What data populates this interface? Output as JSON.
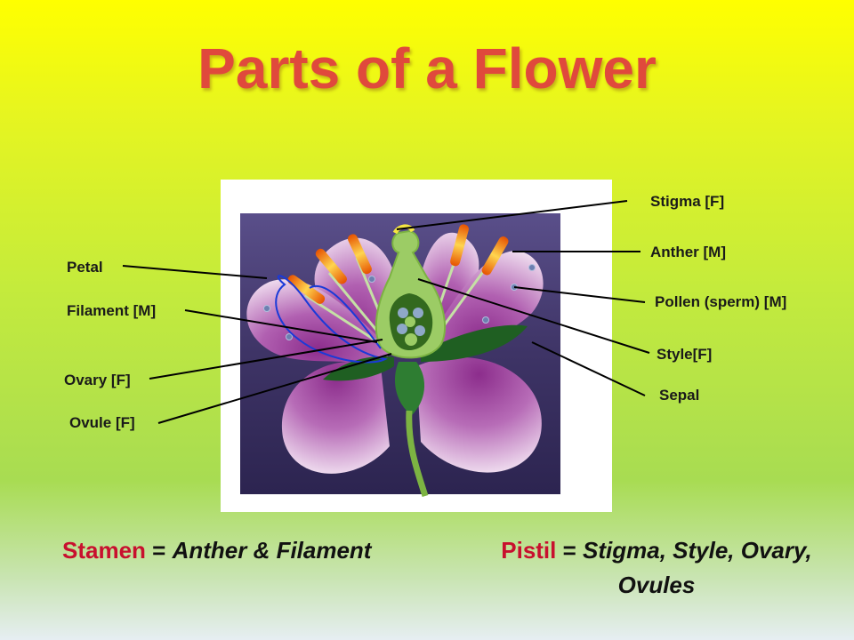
{
  "title": "Parts of a Flower",
  "labels": {
    "stigma": "Stigma [F]",
    "anther": "Anther [M]",
    "pollen": "Pollen (sperm) [M]",
    "style": "Style[F]",
    "sepal": "Sepal",
    "petal": "Petal",
    "filament": "Filament [M]",
    "ovary": "Ovary [F]",
    "ovule": "Ovule [F]"
  },
  "summary": {
    "stamen_term": "Stamen",
    "stamen_eq": " = ",
    "stamen_parts": "Anther & Filament",
    "pistil_term": "Pistil",
    "pistil_eq": " = ",
    "pistil_parts_line1": "Stigma, Style, Ovary,",
    "pistil_parts_line2": "Ovules"
  },
  "colors": {
    "title": "#e0493c",
    "highlight_term": "#c8102e",
    "petal": "#a64ca6",
    "leaf": "#2e7d32",
    "pistil": "#9ccc65",
    "anther": "#f5a623",
    "annotation": "#1a3ad8"
  }
}
